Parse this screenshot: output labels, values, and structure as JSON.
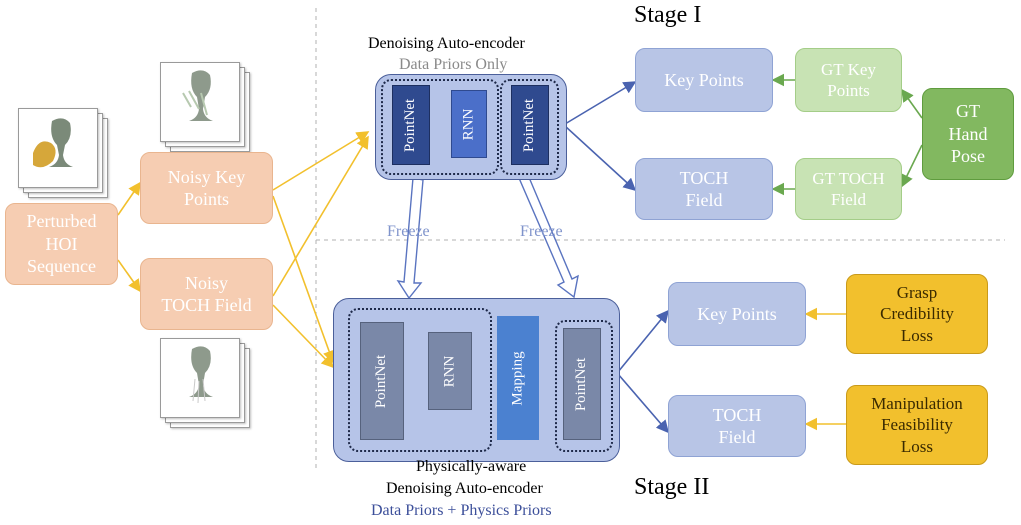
{
  "stage1": "Stage I",
  "stage2": "Stage II",
  "input": {
    "perturbed": "Perturbed\nHOI\nSequence",
    "noisy_kp": "Noisy Key\nPoints",
    "noisy_toch": "Noisy\nTOCH Field"
  },
  "dae1": {
    "title": "Denoising Auto-encoder",
    "subtitle": "Data Priors Only",
    "pointnet_a": "PointNet",
    "rnn": "RNN",
    "pointnet_b": "PointNet"
  },
  "freeze": {
    "left": "Freeze",
    "right": "Freeze"
  },
  "dae2": {
    "title1": "Physically-aware",
    "title2": "Denoising Auto-encoder",
    "subtitle": "Data Priors + Physics Priors",
    "pointnet_a": "PointNet",
    "rnn": "RNN",
    "mapping": "Mapping",
    "pointnet_b": "PointNet"
  },
  "stage1_out": {
    "kp": "Key Points",
    "toch": "TOCH\nField",
    "gt_kp": "GT Key\nPoints",
    "gt_toch": "GT TOCH\nField",
    "gt_hand": "GT\nHand\nPose"
  },
  "stage2_out": {
    "kp": "Key Points",
    "toch": "TOCH\nField",
    "grasp": "Grasp\nCredibility\nLoss",
    "manip": "Manipulation\nFeasibility\nLoss"
  },
  "colors": {
    "peach": "#f6cdb2",
    "light_blue": "#b8c5e6",
    "dark_blue_block": "#2f4a8f",
    "light_green": "#c8e3b4",
    "dark_green": "#82b860",
    "gold": "#f2c02d",
    "yellow_arrow": "#f2c02d",
    "blue_arrow": "#4a63b0",
    "green_arrow": "#6aa84f"
  }
}
